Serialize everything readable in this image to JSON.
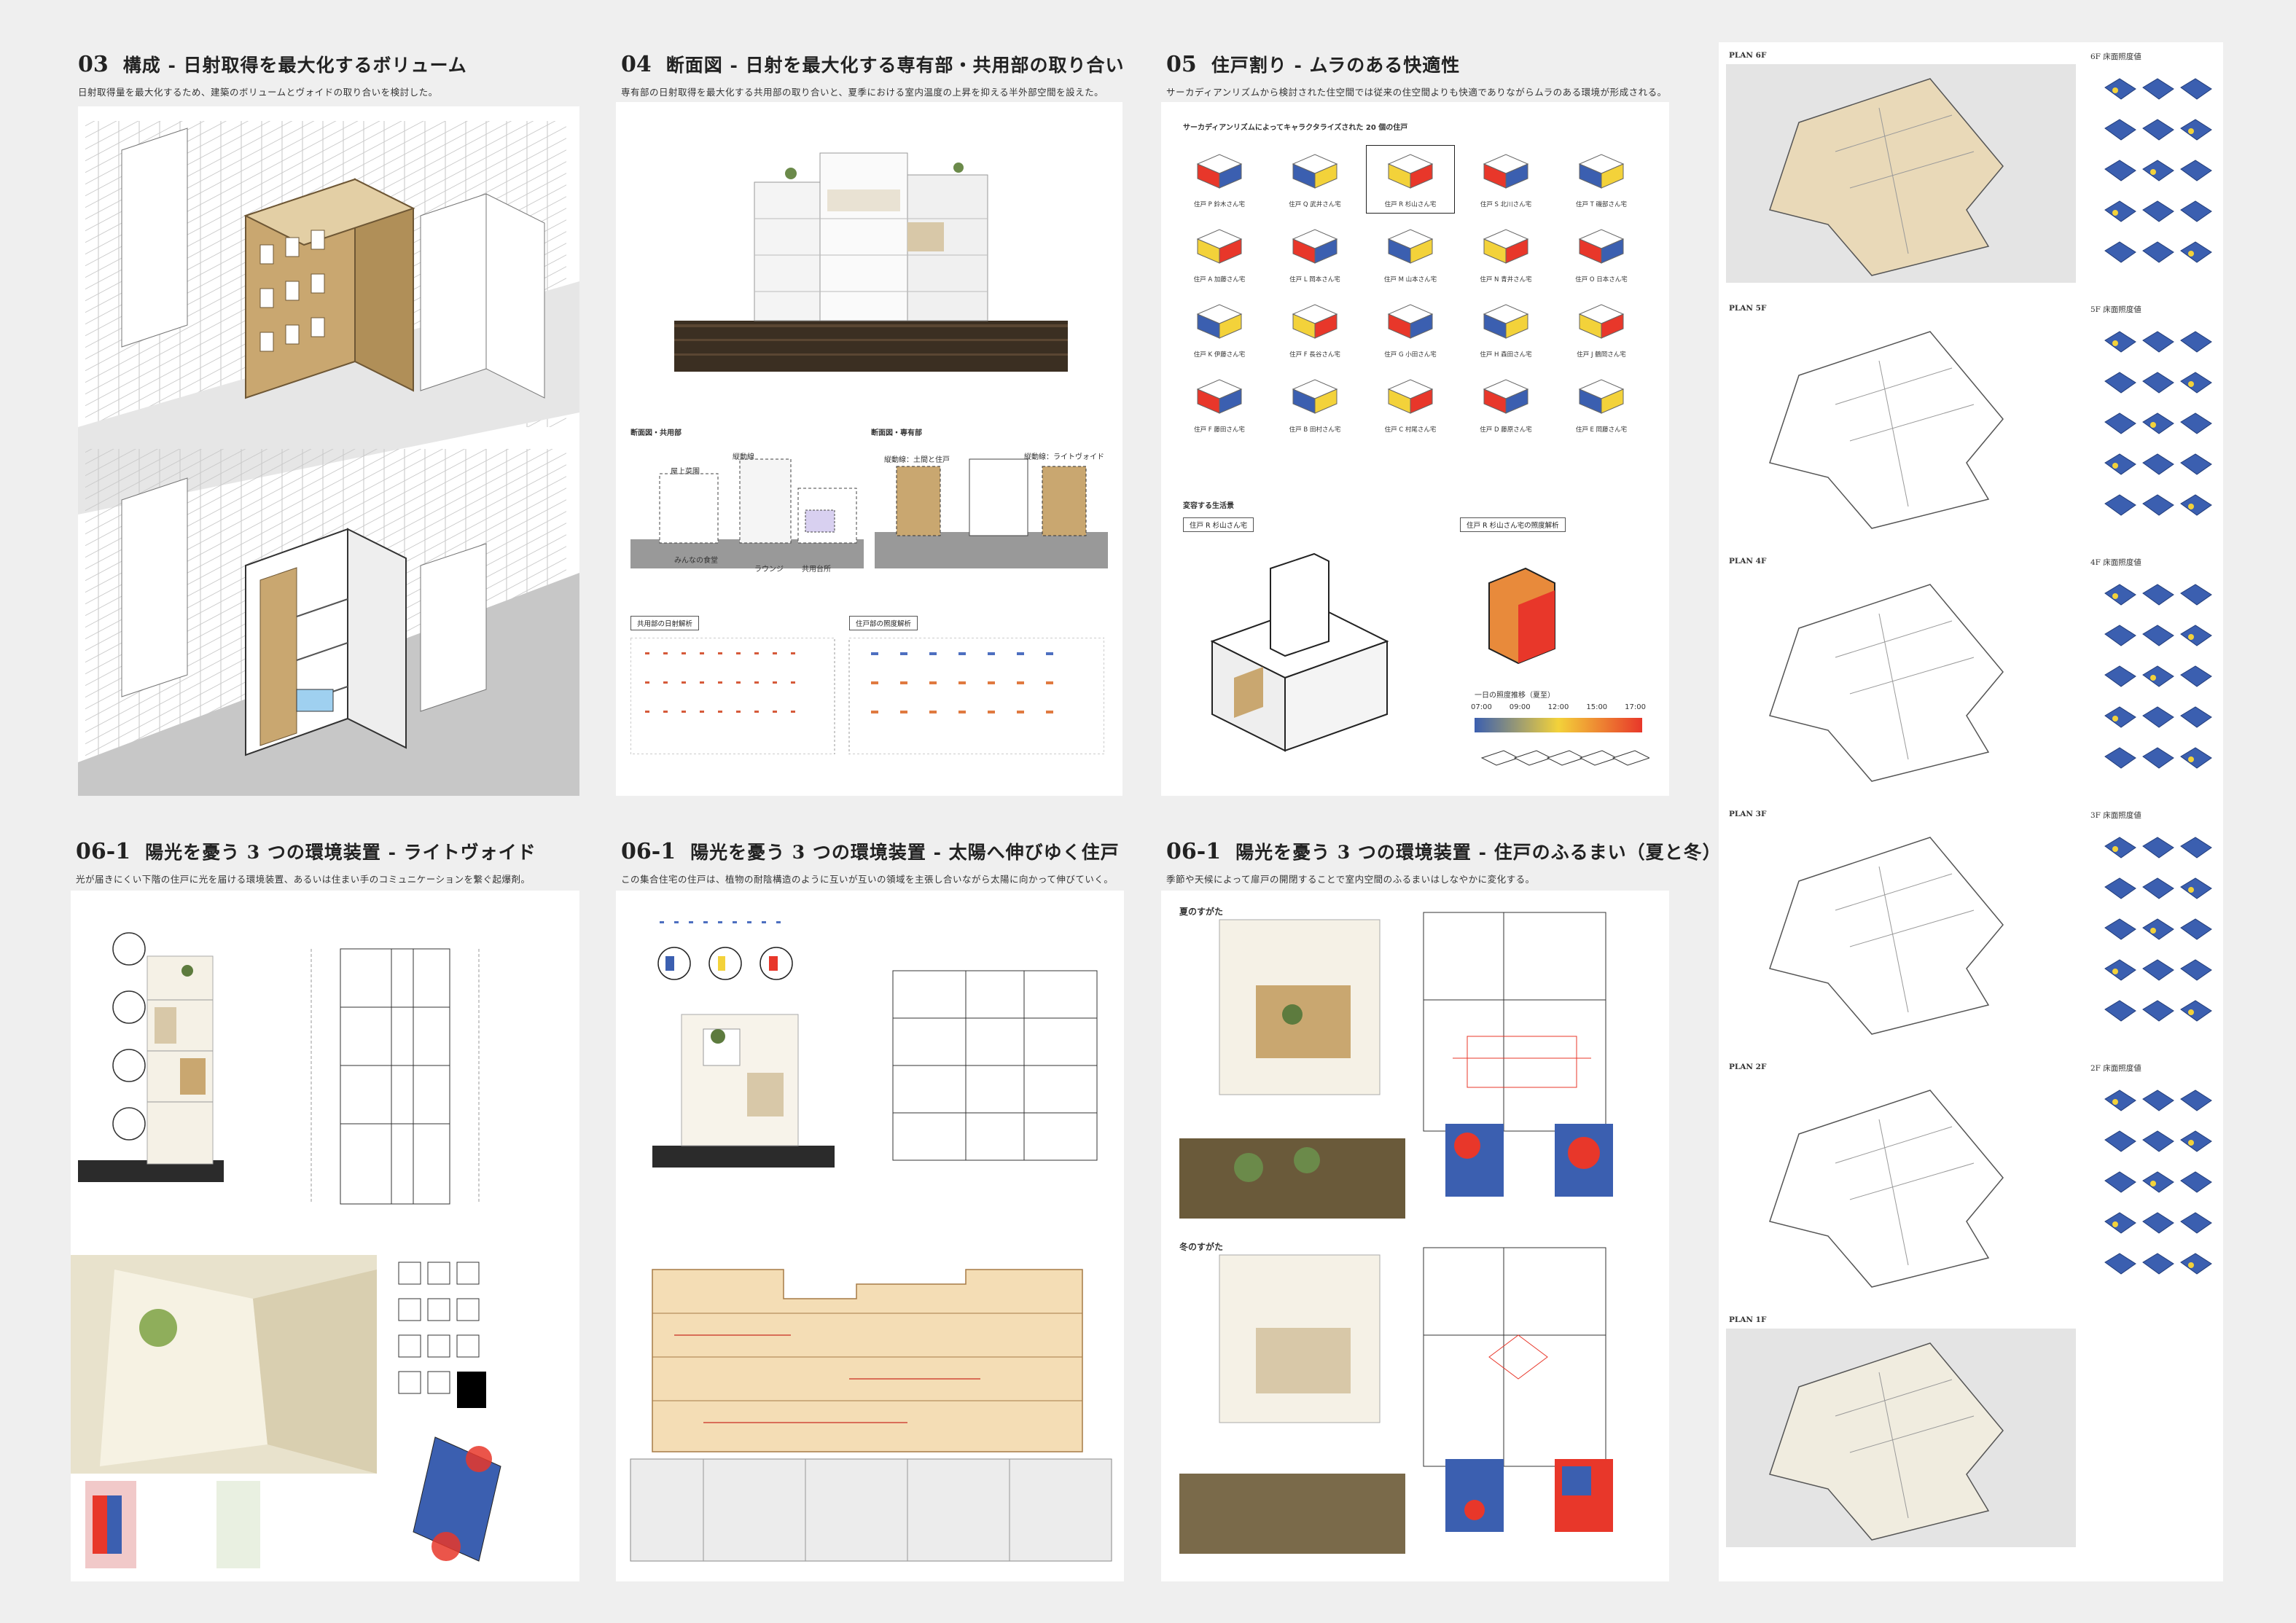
{
  "colors": {
    "background": "#efefef",
    "panel": "#ffffff",
    "wood": "#c9a770",
    "heat_red": "#e8372a",
    "heat_blue": "#3b5fb0",
    "heat_yellow": "#f3d23a",
    "void_orange": "#e88a3b"
  },
  "sections": {
    "s03": {
      "num": "03",
      "title": "構成 - 日射取得を最大化するボリューム",
      "sub": "日射取得量を最大化するため、建築のボリュームとヴォイドの取り合いを検討した。"
    },
    "s04": {
      "num": "04",
      "title": "断面図 - 日射を最大化する専有部・共用部の取り合い",
      "sub": "専有部の日射取得を最大化する共用部の取り合いと、夏季における室内温度の上昇を抑える半外部空間を設えた。",
      "labels": {
        "common": "断面図・共用部",
        "private": "断面図・専有部",
        "stairs": "縦動線",
        "roof": "屋上菜園",
        "lounge": "ラウンジ",
        "kitchen": "共用台所",
        "change": "みんなの食堂",
        "horizontal": "縦動線：土間と住戸",
        "lightvoid": "縦動線：ライトヴォイド",
        "solar_common": "共用部の日射解析",
        "solar_private": "住戸部の照度解析"
      }
    },
    "s05": {
      "num": "05",
      "title": "住戸割り - ムラのある快適性",
      "sub": "サーカディアンリズムから検討された住空間では従来の住空間よりも快適でありながらムラのある環境が形成される。",
      "grid_title": "サーカディアンリズムによってキャラクタライズされた 20 個の住戸",
      "units": [
        "住戸 P 鈴木さん宅",
        "住戸 Q 武井さん宅",
        "住戸 R 杉山さん宅",
        "住戸 S 北川さん宅",
        "住戸 T 磯部さん宅",
        "住戸 A 加藤さん宅",
        "住戸 L 岡本さん宅",
        "住戸 M 山本さん宅",
        "住戸 N 青井さん宅",
        "住戸 O 日本さん宅",
        "住戸 K 伊藤さん宅",
        "住戸 F 長谷さん宅",
        "住戸 G 小田さん宅",
        "住戸 H 森田さん宅",
        "住戸 J 鶴岡さん宅",
        "住戸 F 藤田さん宅",
        "住戸 B 田村さん宅",
        "住戸 C 村尾さん宅",
        "住戸 D 藤原さん宅",
        "住戸 E 岡藤さん宅"
      ],
      "life_title": "変容する生活景",
      "tag_a": "住戸 R 杉山さん宅",
      "tag_b": "住戸 R 杉山さん宅の照度解析",
      "timeline_title": "一日の照度推移（夏至）",
      "times": [
        "07:00",
        "09:00",
        "12:00",
        "15:00",
        "17:00"
      ]
    },
    "s061a": {
      "num": "06-1",
      "title": "陽光を憂う 3 つの環境装置 - ライトヴォイド",
      "sub": "光が届きにくい下階の住戸に光を届ける環境装置、あるいは住まい手のコミュニケーションを繋ぐ起爆剤。"
    },
    "s061b": {
      "num": "06-1",
      "title": "陽光を憂う 3 つの環境装置 - 太陽へ伸びゆく住戸",
      "sub": "この集合住宅の住戸は、植物の耐陰構造のように互いが互いの領域を主張し合いながら太陽に向かって伸びていく。"
    },
    "s061c": {
      "num": "06-1",
      "title": "陽光を憂う 3 つの環境装置 - 住戸のふるまい（夏と冬）",
      "sub": "季節や天候によって扉戸の開閉することで室内空間のふるまいはしなやかに変化する。",
      "summer": "夏のすがた",
      "winter": "冬のすがた"
    }
  },
  "plans": {
    "items": [
      {
        "label": "PLAN 6F",
        "legend": "6F 床面照度値"
      },
      {
        "label": "PLAN 5F",
        "legend": "5F 床面照度値"
      },
      {
        "label": "PLAN 4F",
        "legend": "4F 床面照度値"
      },
      {
        "label": "PLAN 3F",
        "legend": "3F 床面照度値"
      },
      {
        "label": "PLAN 2F",
        "legend": "2F 床面照度値"
      },
      {
        "label": "PLAN 1F",
        "legend": ""
      }
    ]
  }
}
